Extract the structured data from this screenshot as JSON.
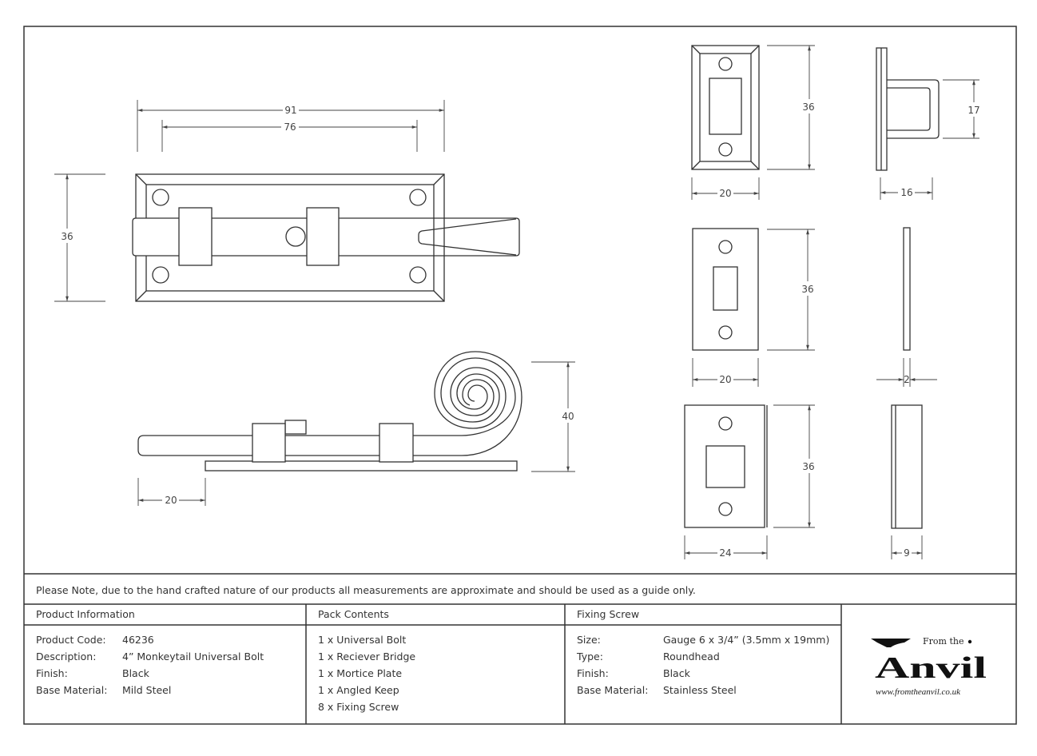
{
  "dimensions": {
    "top_overall_length": "91",
    "top_fixing_centres": "76",
    "top_height": "36",
    "side_projection": "40",
    "side_offset": "20",
    "bridge_height": "36",
    "bridge_width": "20",
    "bridge_projection": "17",
    "bridge_depth": "16",
    "mortice_height": "36",
    "mortice_width": "20",
    "mortice_thickness": "2",
    "keep_height": "36",
    "keep_width": "24",
    "keep_depth": "9"
  },
  "note": "Please Note, due to the hand crafted nature of our products all measurements are approximate and should be used as a guide only.",
  "product_information": {
    "title": "Product Information",
    "rows": [
      {
        "label": "Product Code:",
        "value": "46236"
      },
      {
        "label": "Description:",
        "value": "4” Monkeytail Universal Bolt"
      },
      {
        "label": "Finish:",
        "value": "Black"
      },
      {
        "label": "Base Material:",
        "value": "Mild Steel"
      }
    ]
  },
  "pack_contents": {
    "title": "Pack Contents",
    "items": [
      "1 x Universal Bolt",
      "1 x Reciever Bridge",
      "1 x Mortice Plate",
      "1 x Angled Keep",
      "8 x Fixing Screw"
    ]
  },
  "fixing_screw": {
    "title": "Fixing Screw",
    "rows": [
      {
        "label": "Size:",
        "value": "Gauge 6 x 3/4” (3.5mm x 19mm)"
      },
      {
        "label": "Type:",
        "value": "Roundhead"
      },
      {
        "label": "Finish:",
        "value": "Black"
      },
      {
        "label": "Base Material:",
        "value": "Stainless Steel"
      }
    ]
  },
  "logo": {
    "from_the": "From the",
    "name": "Anvil",
    "url": "www.fromtheanvil.co.uk"
  }
}
